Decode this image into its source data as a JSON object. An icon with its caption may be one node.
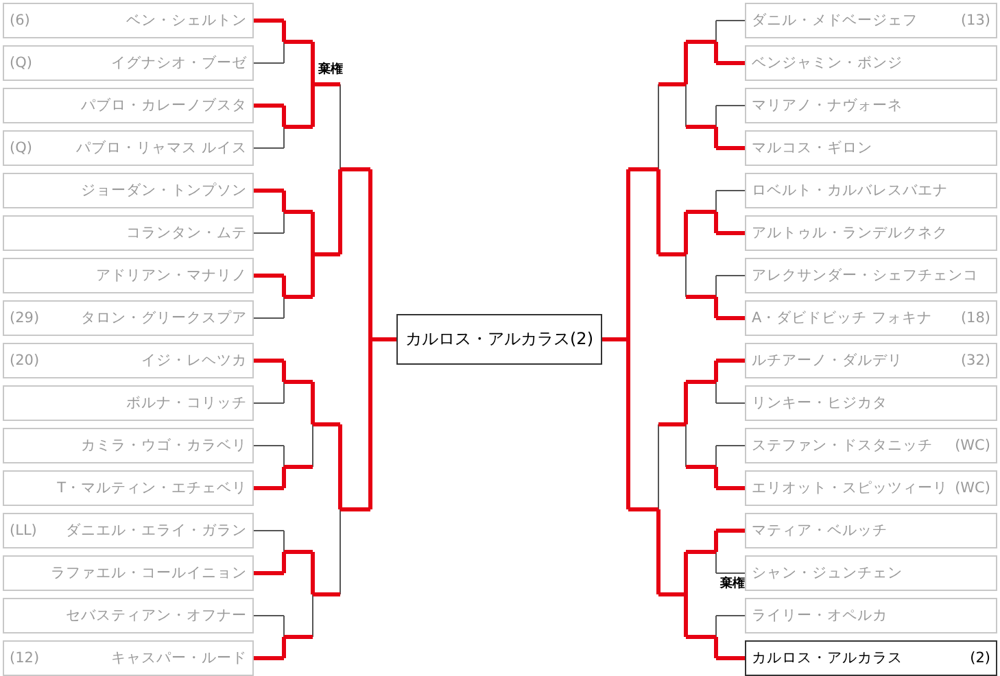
{
  "diagram": {
    "nodes": [
      {
        "text": [
          "(6)",
          "ベン・シェルトン"
        ]
      },
      {
        "text": [
          "(Q)",
          "イグナシオ・ブーゼ"
        ]
      },
      {
        "text": [
          "パブロ・カレーノブスタ"
        ]
      },
      {
        "text": [
          "(Q)",
          "パブロ・リャマス ルイス"
        ]
      },
      {
        "text": [
          "ジョーダン・トンプソン"
        ]
      },
      {
        "text": [
          "コランタン・ムテ"
        ]
      },
      {
        "text": [
          "アドリアン・マナリノ"
        ]
      },
      {
        "text": [
          "(29)",
          "タロン・グリークスプア"
        ]
      },
      {
        "text": [
          "(20)",
          "イジ・レヘツカ"
        ]
      },
      {
        "text": [
          "ボルナ・コリッチ"
        ]
      },
      {
        "text": [
          "カミラ・ウゴ・カラベリ"
        ]
      },
      {
        "text": [
          "T・マルティン・エチェベリ"
        ]
      },
      {
        "text": [
          "(LL)",
          "ダニエル・エライ・ガラン"
        ]
      },
      {
        "text": [
          "ラファエル・コールイニョン"
        ]
      },
      {
        "text": [
          "セバスティアン・オフナー"
        ]
      },
      {
        "text": [
          "(12)",
          "キャスパー・ルード"
        ]
      },
      {
        "text": [
          "カルロス・アルカラス(2)"
        ]
      },
      {
        "text": [
          "ダニル・メドベージェフ",
          "(13)"
        ]
      },
      {
        "text": [
          "ベンジャミン・ボンジ"
        ]
      },
      {
        "text": [
          "マリアノ・ナヴォーネ"
        ]
      },
      {
        "text": [
          "マルコス・ギロン"
        ]
      },
      {
        "text": [
          "ロベルト・カルバレスバエナ"
        ]
      },
      {
        "text": [
          "アルトゥル・ランデルクネク"
        ]
      },
      {
        "text": [
          "アレクサンダー・シェフチェンコ"
        ]
      },
      {
        "text": [
          "A・ダビドビッチ フォキナ",
          "(18)"
        ]
      },
      {
        "text": [
          "ルチアーノ・ダルデリ",
          "(32)"
        ]
      },
      {
        "text": [
          "リンキー・ヒジカタ"
        ]
      },
      {
        "text": [
          "ステファン・ドスタニッチ",
          "(WC)"
        ]
      },
      {
        "text": [
          "エリオット・スピッツィーリ",
          "(WC)"
        ]
      },
      {
        "text": [
          "マティア・ベルッチ"
        ]
      },
      {
        "text": [
          "シャン・ジュンチェン"
        ]
      },
      {
        "text": [
          "ライリー・オペルカ"
        ]
      },
      {
        "text": [
          "カルロス・アルカラス",
          "(2)"
        ]
      }
    ],
    "edges": [
      {
        "from": 0,
        "to": 16,
        "arrow": "none"
      },
      {
        "from": 1,
        "to": 16,
        "arrow": "none"
      },
      {
        "from": 2,
        "to": 16,
        "arrow": "none"
      },
      {
        "from": 3,
        "to": 16,
        "arrow": "none"
      },
      {
        "from": 4,
        "to": 16,
        "arrow": "none"
      },
      {
        "from": 5,
        "to": 16,
        "arrow": "none"
      },
      {
        "from": 6,
        "to": 16,
        "arrow": "none"
      },
      {
        "from": 7,
        "to": 16,
        "arrow": "none"
      },
      {
        "from": 8,
        "to": 16,
        "arrow": "none"
      },
      {
        "from": 9,
        "to": 16,
        "arrow": "none"
      },
      {
        "from": 10,
        "to": 16,
        "arrow": "none"
      },
      {
        "from": 11,
        "to": 16,
        "arrow": "none"
      },
      {
        "from": 12,
        "to": 16,
        "arrow": "none"
      },
      {
        "from": 13,
        "to": 16,
        "arrow": "none"
      },
      {
        "from": 14,
        "to": 16,
        "arrow": "none"
      },
      {
        "from": 15,
        "to": 16,
        "arrow": "none"
      },
      {
        "from": 17,
        "to": 16,
        "arrow": "none"
      },
      {
        "from": 18,
        "to": 16,
        "arrow": "none"
      },
      {
        "from": 19,
        "to": 16,
        "arrow": "none"
      },
      {
        "from": 20,
        "to": 16,
        "arrow": "none"
      },
      {
        "from": 21,
        "to": 16,
        "arrow": "none"
      },
      {
        "from": 22,
        "to": 16,
        "arrow": "none"
      },
      {
        "from": 23,
        "to": 16,
        "arrow": "none"
      },
      {
        "from": 24,
        "to": 16,
        "arrow": "none"
      },
      {
        "from": 25,
        "to": 16,
        "arrow": "none"
      },
      {
        "from": 26,
        "to": 16,
        "arrow": "none"
      },
      {
        "from": 27,
        "to": 16,
        "arrow": "none"
      },
      {
        "from": 28,
        "to": 16,
        "arrow": "none"
      },
      {
        "from": 29,
        "to": 16,
        "arrow": "none"
      },
      {
        "from": 30,
        "to": 16,
        "arrow": "none"
      },
      {
        "from": 31,
        "to": 16,
        "arrow": "none"
      },
      {
        "from": 32,
        "to": 16,
        "arrow": "none"
      }
    ],
    "labels": [
      "棄権",
      "棄権"
    ]
  }
}
